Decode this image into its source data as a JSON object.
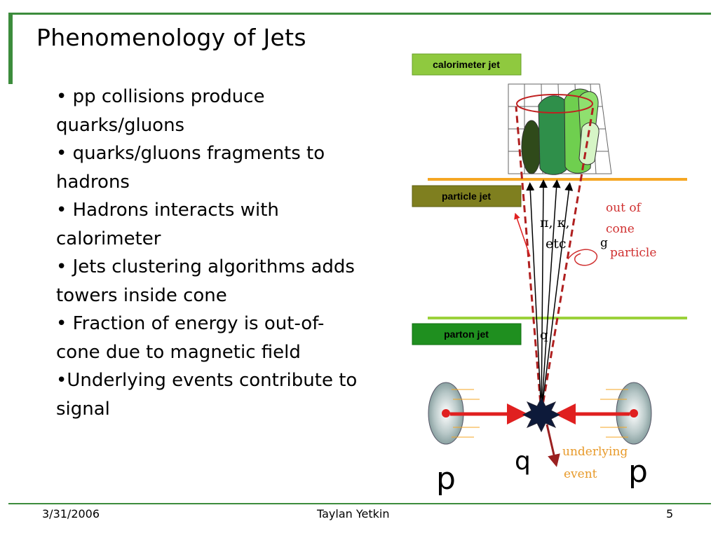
{
  "slide": {
    "title": "Phenomenology of Jets",
    "bullets": [
      "• pp collisions produce quarks/gluons",
      "• quarks/gluons fragments to hadrons",
      "• Hadrons interacts with calorimeter",
      "• Jets clustering algorithms adds towers inside cone",
      "• Fraction of energy is out-of-cone due to magnetic field",
      "•Underlying events contribute to signal"
    ]
  },
  "figure": {
    "calorimeter_jet_label": "calorimeter jet",
    "particle_jet_label": "particle jet",
    "parton_jet_label": "parton jet",
    "hadrons_label_line1": "π, κ,",
    "hadrons_label_line2": "etc",
    "quark_label_small": "q",
    "out_of_cone_line1": "out of",
    "out_of_cone_line2": "cone",
    "out_of_cone_line3": "particle",
    "gluon_label": "g",
    "underlying_line1": "underlying",
    "underlying_line2": "event",
    "proton_left": "p",
    "proton_right": "p",
    "quark_label_big": "q",
    "colors": {
      "calorimeter_box": "#8fc93f",
      "particle_box": "#7f7f1f",
      "parton_box": "#1f8f1f",
      "orange_line": "#f5a623",
      "green_line": "#9bd13a",
      "red": "#e02020",
      "dark_red": "#9b2020"
    }
  },
  "footer": {
    "date": "3/31/2006",
    "author": "Taylan Yetkin",
    "page": "5"
  }
}
